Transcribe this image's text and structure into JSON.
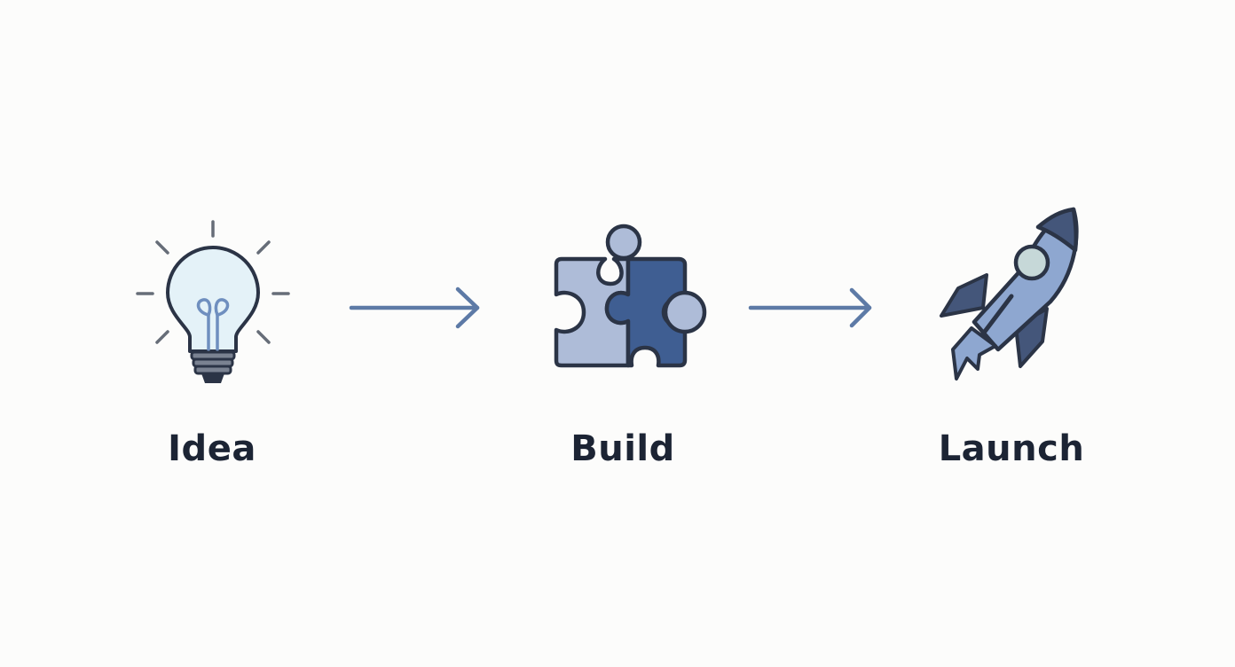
{
  "steps": [
    {
      "label": "Idea",
      "icon": "lightbulb-icon"
    },
    {
      "label": "Build",
      "icon": "puzzle-icon"
    },
    {
      "label": "Launch",
      "icon": "rocket-icon"
    }
  ],
  "connectors": [
    {
      "from": "Idea",
      "to": "Build"
    },
    {
      "from": "Build",
      "to": "Launch"
    }
  ],
  "colors": {
    "outline": "#2b3446",
    "arrow": "#5d7aa6",
    "bulb_glass": "#e4f2f8",
    "bulb_filament": "#6f8fbf",
    "bulb_base": "#7a8291",
    "puzzle_light": "#aebcd8",
    "puzzle_dark": "#3f5e92",
    "rocket_body": "#8ea7d0",
    "rocket_fin": "#44567a",
    "rocket_window": "#c6d8d8",
    "text": "#1c2434"
  }
}
